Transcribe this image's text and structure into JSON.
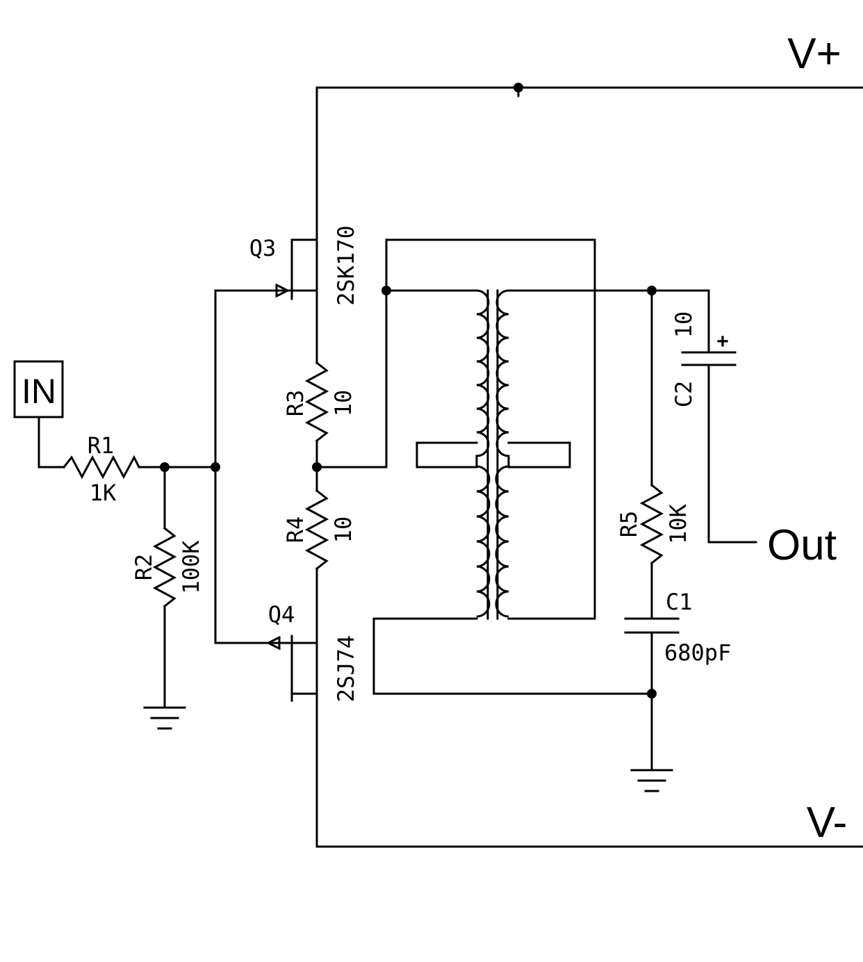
{
  "labels": {
    "v_plus": "V+",
    "v_minus": "V-",
    "input": "IN",
    "output": "Out"
  },
  "components": {
    "r1": {
      "ref": "R1",
      "value": "1K"
    },
    "r2": {
      "ref": "R2",
      "value": "100K"
    },
    "r3": {
      "ref": "R3",
      "value": "10"
    },
    "r4": {
      "ref": "R4",
      "value": "10"
    },
    "r5": {
      "ref": "R5",
      "value": "10K"
    },
    "c1": {
      "ref": "C1",
      "value": "680pF"
    },
    "c2": {
      "ref": "C2",
      "value": "10",
      "polarity": "+"
    },
    "q3": {
      "ref": "Q3",
      "part": "2SK170"
    },
    "q4": {
      "ref": "Q4",
      "part": "2SJ74"
    }
  }
}
